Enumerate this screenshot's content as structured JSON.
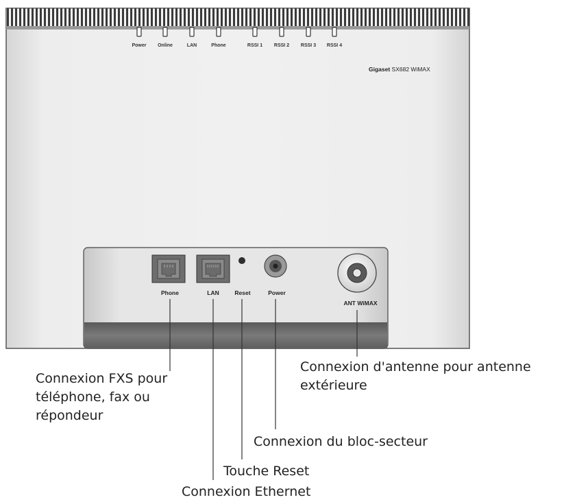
{
  "device": {
    "model_bold": "Gigaset",
    "model_rest": " SX682 WiMAX",
    "leds": [
      {
        "label": "Power"
      },
      {
        "label": "Online"
      },
      {
        "label": "LAN"
      },
      {
        "label": "Phone"
      },
      {
        "label": "RSSI 1"
      },
      {
        "label": "RSSI 2"
      },
      {
        "label": "RSSI 3"
      },
      {
        "label": "RSSI 4"
      }
    ],
    "ports": [
      {
        "label": "Phone"
      },
      {
        "label": "LAN"
      },
      {
        "label": "Reset"
      },
      {
        "label": "Power"
      },
      {
        "label": "ANT WiMAX"
      }
    ]
  },
  "callouts": {
    "fxs": "Connexion FXS pour\ntéléphone, fax ou\nrépondeur",
    "antenna": "Connexion d'antenne pour antenne\nextérieure",
    "power": "Connexion du bloc-secteur",
    "reset": "Touche Reset",
    "ethernet": "Connexion Ethernet"
  }
}
